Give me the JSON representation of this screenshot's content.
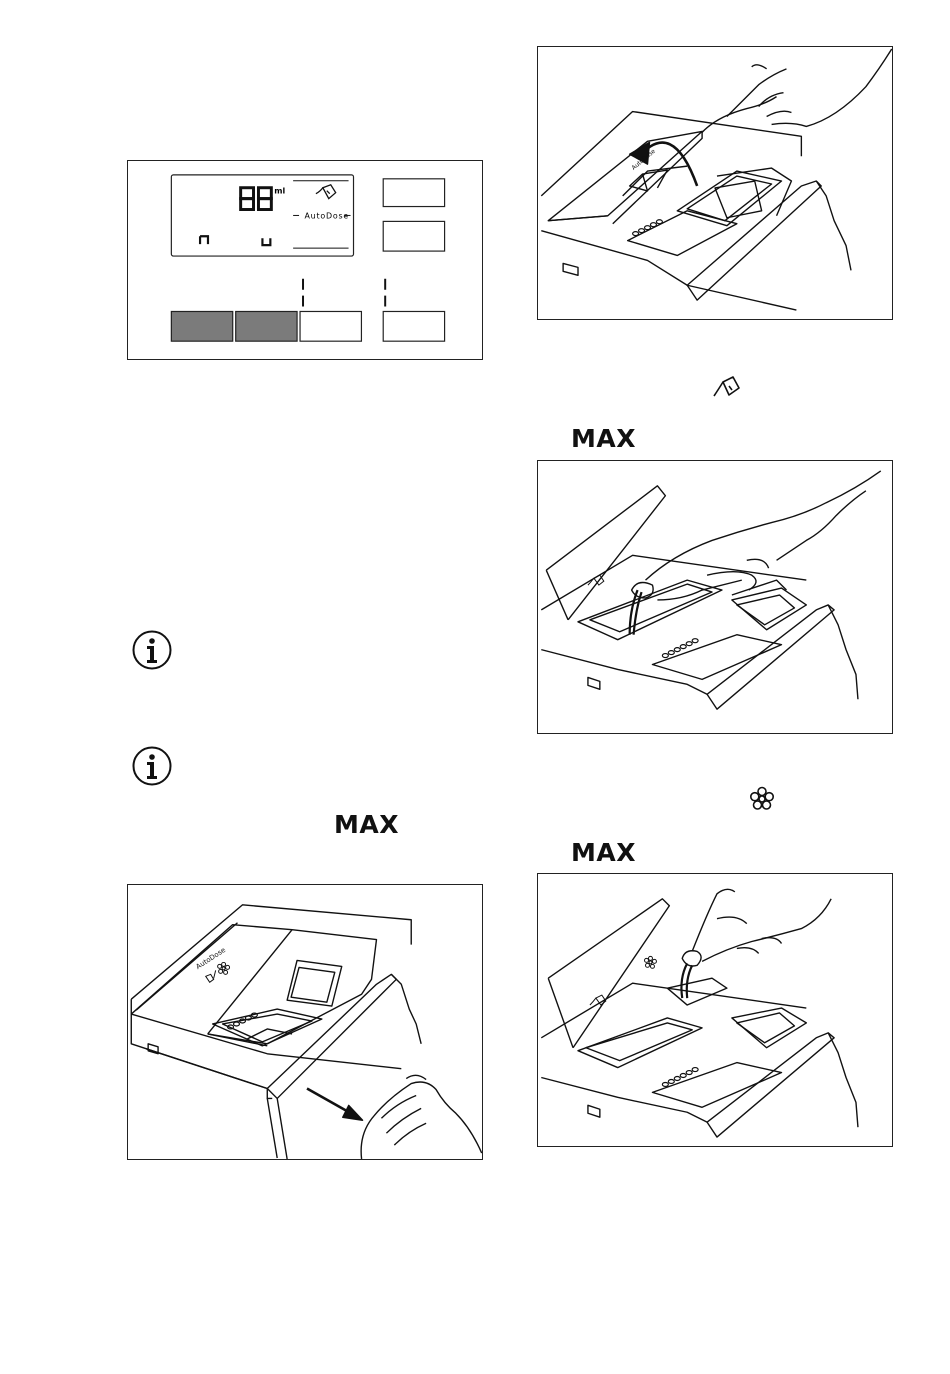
{
  "panel": {
    "display_digits": "88",
    "display_unit": "ml",
    "autodose_label": "AutoDose"
  },
  "dispenser_label": "AutoDose",
  "max_labels": [
    "MAX",
    "MAX",
    "MAX"
  ],
  "icons": {
    "info": "info-icon",
    "detergent": "detergent-dose-icon",
    "softener": "flower-softener-icon"
  }
}
